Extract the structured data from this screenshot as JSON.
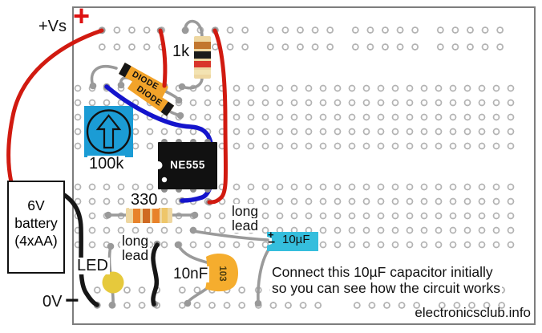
{
  "source": {
    "credit": "electronicsclub.info"
  },
  "power": {
    "vs_label": "+Vs",
    "plus_symbol": "+",
    "zero_v_label": "0V",
    "minus_symbol": "−"
  },
  "battery": {
    "line1": "6V",
    "line2": "battery",
    "line3": "(4xAA)"
  },
  "components": {
    "resistor_1k": {
      "label": "1k"
    },
    "resistor_330": {
      "label": "330"
    },
    "diode_label": "DIODE",
    "potentiometer_100k": {
      "label": "100k"
    },
    "ic_ne555": {
      "label": "NE555"
    },
    "led": {
      "label": "LED"
    },
    "capacitor_10nf": {
      "label": "10nF",
      "marking": "103"
    },
    "capacitor_10uf": {
      "label": "10µF",
      "polarity_plus": "+",
      "polarity_minus": "−"
    }
  },
  "annotations": {
    "long_lead_line1": "long",
    "long_lead_line2": "lead",
    "note_line1": "Connect this 10µF capacitor initially",
    "note_line2": "so you can see how the circuit works"
  },
  "colors": {
    "wire_red": "#d11a10",
    "wire_black": "#161616",
    "wire_blue": "#1414cc",
    "lead_gray": "#9a9a9a",
    "pot_blue": "#1b9cd5",
    "cap_cyan": "#35bedd",
    "diode_amber": "#f2a32a",
    "resistor_tan": "#eed7a1",
    "led_yellow": "#e6c93c",
    "cap10nf_orange": "#f5ad2e"
  }
}
